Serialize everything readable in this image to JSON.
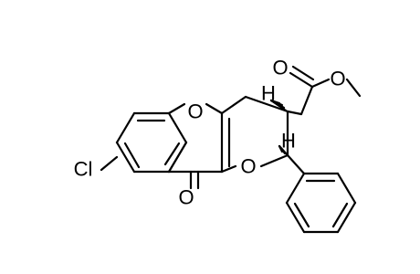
{
  "molecule": {
    "atom_labels": {
      "ring_oxygen_upper": "O",
      "ring_oxygen_lower": "O",
      "carbonyl_oxygen_ketone": "O",
      "ester_carbonyl_oxygen": "O",
      "ester_oxygen": "O",
      "chlorine": "Cl",
      "stereo_hydrogen_c3": "H",
      "stereo_hydrogen_c2": "H"
    },
    "colors": {
      "bond": "#000000",
      "background": "#ffffff"
    }
  }
}
